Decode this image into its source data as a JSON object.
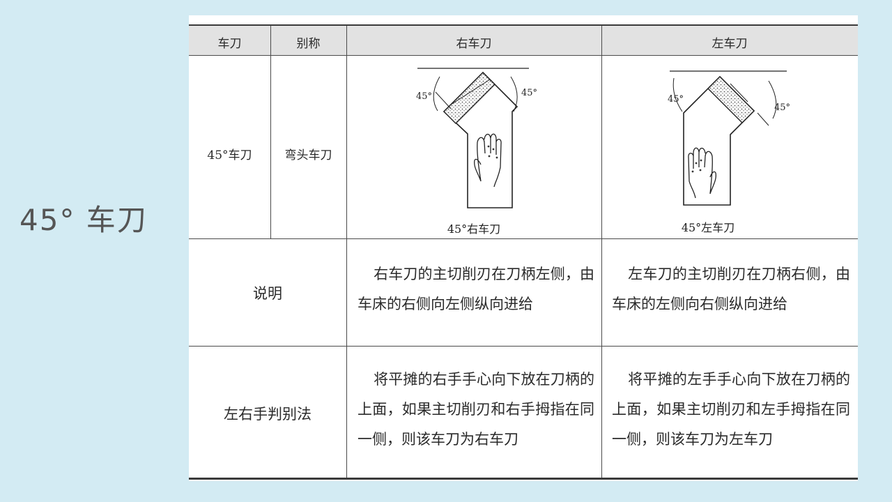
{
  "slide": {
    "title": "45° 车刀"
  },
  "table": {
    "headers": [
      "车刀",
      "别称",
      "右车刀",
      "左车刀"
    ],
    "row1": {
      "tool": "45°车刀",
      "alias": "弯头车刀",
      "right_angle_left": "45°",
      "right_angle_right": "45°",
      "right_caption": "45°右车刀",
      "left_angle_left": "45°",
      "left_angle_right": "45°",
      "left_caption": "45°左车刀"
    },
    "row2": {
      "label": "说明",
      "right": "右车刀的主切削刃在刀柄左侧，由车床的右侧向左侧纵向进给",
      "left": "左车刀的主切削刃在刀柄右侧，由车床的左侧向右侧纵向进给"
    },
    "row3": {
      "label": "左右手判别法",
      "right": "将平摊的右手手心向下放在刀柄的上面，如果主切削刃和右手拇指在同一侧，则该车刀为右车刀",
      "left": "将平摊的左手手心向下放在刀柄的上面，如果主切削刃和左手拇指在同一侧，则该车刀为左车刀"
    }
  }
}
